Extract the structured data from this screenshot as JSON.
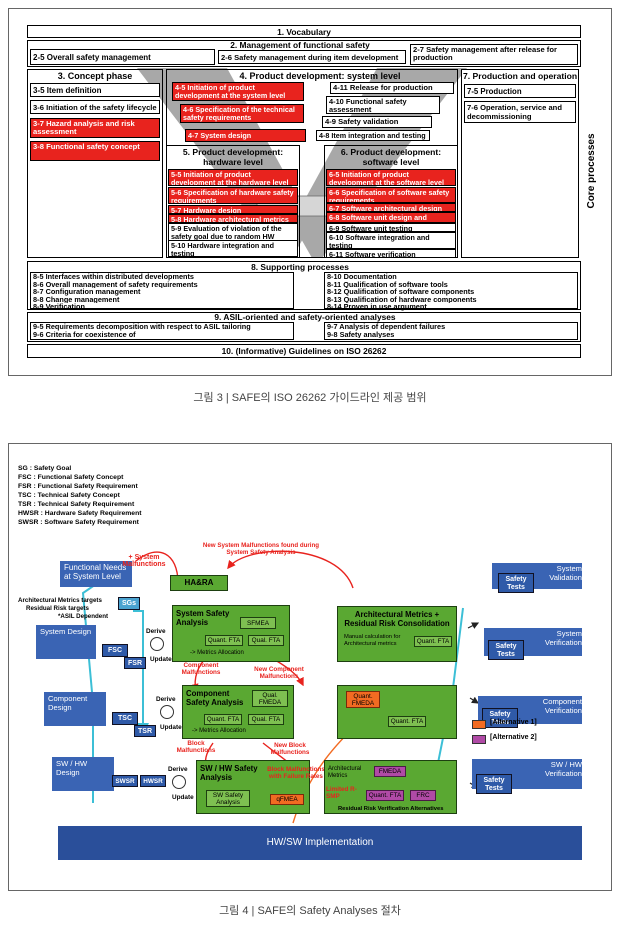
{
  "fig3": {
    "vocabulary": "1. Vocabulary",
    "mgmt_title": "2. Management of functional safety",
    "mgmt_25": "2-5 Overall safety management",
    "mgmt_26": "2-6 Safety management during item development",
    "mgmt_27": "2-7 Safety management after release for production",
    "concept_title": "3. Concept phase",
    "concept_items": [
      {
        "text": "3-5 Item definition",
        "red": false
      },
      {
        "text": "3-6 Initiation of the safety lifecycle",
        "red": false
      },
      {
        "text": "3-7 Hazard analysis and risk assessment",
        "red": true
      },
      {
        "text": "3-8 Functional safety concept",
        "red": true
      }
    ],
    "sys_title": "4. Product development: system level",
    "sys_45": "4-5 Initiation of product development at the system level",
    "sys_46": "4-6 Specification of the technical safety requirements",
    "sys_47": "4-7 System design",
    "sys_411": "4-11 Release for production",
    "sys_410": "4-10 Functional safety assessment",
    "sys_49": "4-9 Safety validation",
    "sys_48": "4-8 Item integration and testing",
    "prod_title": "7. Production and operation",
    "prod_75": "7-5 Production",
    "prod_76": "7-6 Operation, service and decommissioning",
    "hw_title": "5. Product development: hardware level",
    "hw_items": [
      "5-5 Initiation of product development at the hardware level",
      "5-6 Specification of hardware safety requirements",
      "5-7 Hardware design",
      "5-8 Hardware architectural metrics",
      "5-9 Evaluation of violation of the safety goal due to random HW failures",
      "5-10 Hardware integration and testing"
    ],
    "sw_title": "6. Product development: software level",
    "sw_items": [
      "6-5 Initiation of product development at the software level",
      "6-6 Specification of software safety requirements",
      "6-7 Software architectural design",
      "6-8 Software unit design and implementation",
      "6-9 Software unit testing",
      "6-10 Software integration and testing",
      "6-11 Software verification"
    ],
    "core": "Core processes",
    "support_title": "8. Supporting processes",
    "support_left": [
      "8-5 Interfaces within distributed developments",
      "8-6 Overall management of safety requirements",
      "8-7 Configuration management",
      "8-8 Change management",
      "8-9 Verification"
    ],
    "support_right": [
      "8-10 Documentation",
      "8-11 Qualification of software tools",
      "8-12 Qualification of software components",
      "8-13 Qualification of hardware components",
      "8-14 Proven in use argument"
    ],
    "asil_title": "9. ASIL-oriented and safety-oriented analyses",
    "asil_left": [
      "9-5 Requirements decomposition with respect to ASIL tailoring",
      "9-6 Criteria for coexistence of"
    ],
    "asil_right": [
      "9-7 Analysis of dependent failures",
      "9-8 Safety analyses"
    ],
    "guide": "10. (Informative) Guidelines on ISO 26262",
    "caption": "그림 3  |  SAFE의 ISO 26262 가이드라인 제공 범위"
  },
  "fig4": {
    "legend": [
      "SG : Safety Goal",
      "FSC : Functional Safety Concept",
      "FSR : Functional Safety Requirement",
      "TSC : Technical Safety Concept",
      "TSR : Technical Safety Requirement",
      "HWSR : Hardware Safety Requirement",
      "SWSR : Software Safety Requirement"
    ],
    "functional_needs": "Functional Needs at System Level",
    "system_malfunctions": "+ System Malfunctions",
    "new_sys_malf": "New System Malfunctions found during System Safety Analysis",
    "hara": "HA&RA",
    "arch_targets": "Architectural Metrics targets",
    "residual_targets": "Residual Risk targets",
    "asil_dependent": "*ASIL Dependent",
    "sgs": "SGs",
    "system_design": "System Design",
    "fsc": "FSC",
    "fsr": "FSR",
    "derive": "Derive",
    "update": "Update",
    "sys_safety": "System Safety Analysis",
    "sfmea": "SFMEA",
    "quant_fta": "Quant. FTA",
    "qual_fta": "Qual. FTA",
    "metrics_alloc": "-> Metrics Allocation",
    "arch_metrics": "Architectural Metrics + Residual Risk Consolidation",
    "manual_calc": "Manual calculation for Architectural metrics",
    "component_malf": "Component Malfunctions",
    "new_comp_malf": "New Component Malfunctions",
    "component_design": "Component Design",
    "tsc": "TSC",
    "tsr": "TSR",
    "comp_safety": "Component Safety Analysis",
    "qual_fmeda": "Qual. FMEDA",
    "quant_fmeda": "Quant. FMEDA",
    "block_malf": "Block Malfunctions",
    "new_block_malf": "New Block Malfunctions",
    "swhw_design": "SW / HW Design",
    "swsr": "SWSR",
    "hwsr": "HWSR",
    "swhw_safety": "SW / HW Safety Analysis",
    "sw_safety_analysis": "SW Safety Analysis",
    "block_with_rates": "Block Malfunctions with Failure Rates",
    "qfmea": "qFMEA",
    "fmeda": "FMEDA",
    "frc": "FRC",
    "arch_metrics_short": "Architectural Metrics",
    "limited_rsmp": "Limited R-SMP",
    "residual_alt": "Residual Risk Verification Alternatives",
    "safety_tests": "Safety Tests",
    "system_validation": "System Validation",
    "system_verification": "System Verification",
    "component_verification": "Component Verification",
    "swhw_verification": "SW / HW Verification",
    "alt1": "[Alternative 1]",
    "alt2": "[Alternative 2]",
    "hwsw_impl": "HW/SW Implementation",
    "caption": "그림 4  |  SAFE의 Safety Analyses 절차"
  },
  "colors": {
    "red": "#e8231e",
    "green": "#5aa832",
    "blue": "#3a64b4",
    "orange": "#f26b22",
    "purple": "#b04aa6"
  }
}
